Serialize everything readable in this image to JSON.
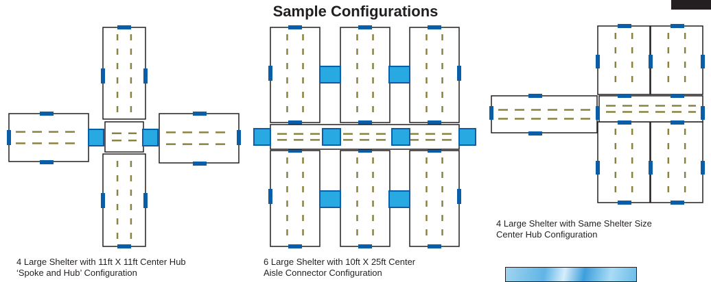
{
  "title": "Sample Configurations",
  "captions": {
    "spoke_hub_line1": "4 Large Shelter with 11ft X 11ft Center Hub",
    "spoke_hub_line2": "‘Spoke and Hub’ Configuration",
    "aisle_line1": "6 Large Shelter with 10ft X 25ft Center",
    "aisle_line2": "Aisle Connector Configuration",
    "same_size_line1": "4 Large Shelter with Same Shelter Size",
    "same_size_line2": "Center Hub Configuration"
  },
  "colors": {
    "outline": "#231f20",
    "door": "#0a5ea8",
    "connector": "#29a9e1",
    "dash": "#8a8240"
  }
}
